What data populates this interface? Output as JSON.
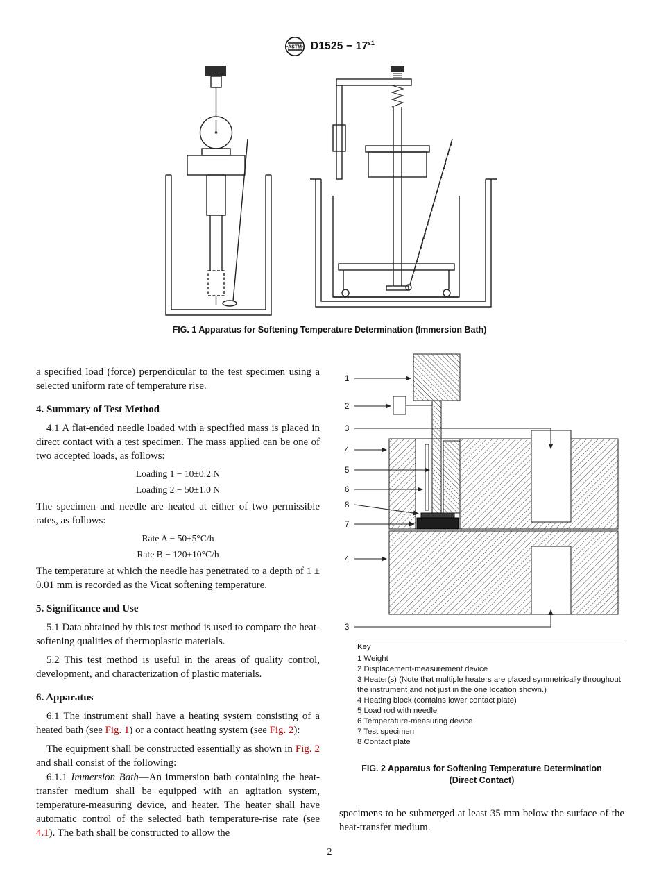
{
  "header": {
    "designation": "D1525 − 17",
    "sup": "ε1"
  },
  "fig1": {
    "caption": "FIG. 1 Apparatus for Softening Temperature Determination (Immersion Bath)"
  },
  "body": {
    "intro": "a specified load (force) perpendicular to the test specimen using a selected uniform rate of temperature rise.",
    "s4_heading": "4. Summary of Test Method",
    "s4_p1": "4.1 A flat-ended needle loaded with a specified mass is placed in direct contact with a test specimen. The mass applied can be one of two accepted loads, as follows:",
    "eq_loading1": "Loading 1 − 10±0.2 N",
    "eq_loading2": "Loading 2 − 50±1.0 N",
    "s4_p2": "The specimen and needle are heated at either of two permissible rates, as follows:",
    "eq_rateA": "Rate A − 50±5°C/h",
    "eq_rateB": "Rate B − 120±10°C/h",
    "s4_p3": "The temperature at which the needle has penetrated to a depth of 1 ± 0.01 mm is recorded as the Vicat softening temperature.",
    "s5_heading": "5. Significance and Use",
    "s5_p1": "5.1 Data obtained by this test method is used to compare the heat-softening qualities of thermoplastic materials.",
    "s5_p2": "5.2 This test method is useful in the areas of quality control, development, and characterization of plastic materials.",
    "s6_heading": "6. Apparatus",
    "s6_p1_t1": "6.1 The instrument shall have a heating system consisting of a heated bath (see ",
    "s6_p1_link1": "Fig. 1",
    "s6_p1_t2": ") or a contact heating system (see ",
    "s6_p1_link2": "Fig. 2",
    "s6_p1_t3": "):",
    "s6_p2_t1": "The equipment shall be constructed essentially as shown in ",
    "s6_p2_link": "Fig. 2",
    "s6_p2_t2": " and shall consist of the following:",
    "s6_p3_t1": "6.1.1 ",
    "s6_p3_italic": "Immersion Bath",
    "s6_p3_t2": "—An immersion bath containing the heat-transfer medium shall be equipped with an agitation system, temperature-measuring device, and heater. The heater shall have automatic control of the selected bath temperature-rise rate (see ",
    "s6_p3_link": "4.1",
    "s6_p3_t3": "). The bath shall be constructed to allow the"
  },
  "fig2": {
    "callouts": [
      "1",
      "2",
      "3",
      "4",
      "5",
      "6",
      "8",
      "7",
      "4",
      "3"
    ],
    "key_title": "Key",
    "key_items": [
      "1 Weight",
      "2 Displacement-measurement device",
      "3 Heater(s) (Note that multiple heaters are placed symmetrically throughout the instrument and not just in the one location shown.)",
      "4 Heating block (contains lower contact plate)",
      "5 Load rod with needle",
      "6 Temperature-measuring device",
      "7 Test specimen",
      "8 Contact plate"
    ],
    "caption": "FIG. 2 Apparatus for Softening Temperature Determination (Direct Contact)"
  },
  "right_tail": "specimens to be submerged at least 35 mm below the surface of the heat-transfer medium.",
  "footer": {
    "page_number": "2"
  },
  "colors": {
    "link_red": "#c00000",
    "text": "#151515"
  }
}
